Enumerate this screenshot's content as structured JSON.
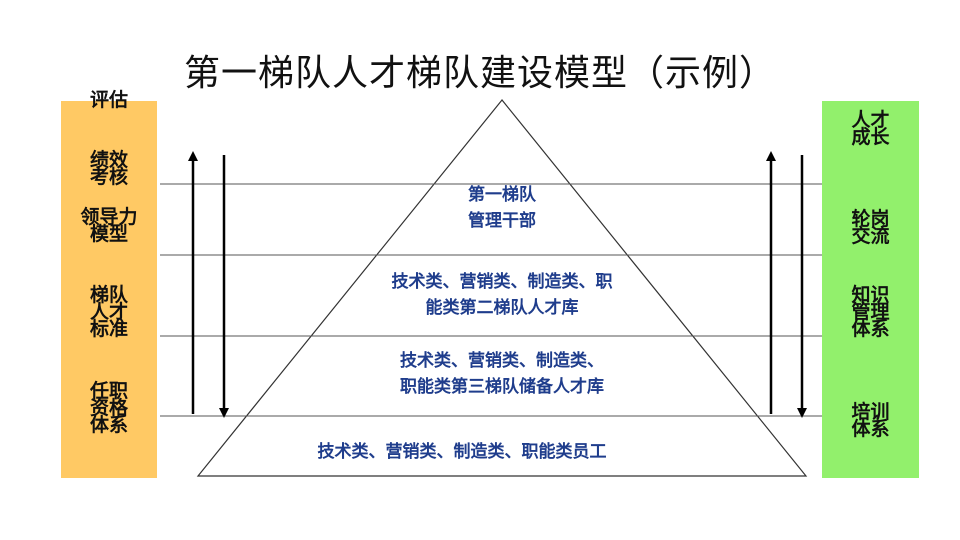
{
  "title": "第一梯队人才梯队建设模型（示例）",
  "left_panel": {
    "color": "#ffc964",
    "labels": [
      {
        "lines": [
          "评估"
        ]
      },
      {
        "lines": [
          "绩效",
          "考核"
        ]
      },
      {
        "lines": [
          "领导力",
          "模型"
        ]
      },
      {
        "lines": [
          "梯队",
          "人才",
          "标准"
        ]
      },
      {
        "lines": [
          "任职",
          "资格",
          "体系"
        ]
      }
    ]
  },
  "right_panel": {
    "color": "#92f06c",
    "labels": [
      {
        "lines": [
          "人才",
          "成长"
        ]
      },
      {
        "lines": [
          "轮岗",
          "交流"
        ]
      },
      {
        "lines": [
          "知识",
          "管理",
          "体系"
        ]
      },
      {
        "lines": [
          "培训",
          "体系"
        ]
      }
    ]
  },
  "pyramid": {
    "text_color": "#1f3d8c",
    "layers": [
      {
        "lines": [
          "第一梯队",
          "管理干部"
        ]
      },
      {
        "lines": [
          "技术类、营销类、制造类、职",
          "能类第二梯队人才库"
        ]
      },
      {
        "lines": [
          "技术类、营销类、制造类、",
          "职能类第三梯队储备人才库"
        ]
      },
      {
        "lines": [
          "技术类、营销类、制造类、职能类员工"
        ]
      }
    ]
  },
  "arrows": {
    "left": [
      "up",
      "down"
    ],
    "right": [
      "up",
      "down"
    ]
  }
}
